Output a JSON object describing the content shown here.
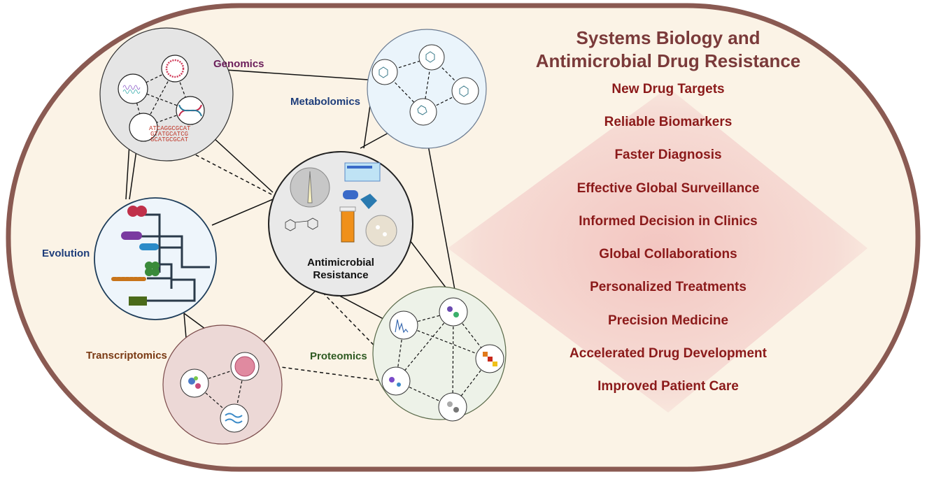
{
  "title_line1": "Systems Biology and",
  "title_line2": "Antimicrobial Drug Resistance",
  "benefits": [
    "New Drug Targets",
    "Reliable Biomarkers",
    "Faster Diagnosis",
    "Effective Global Surveillance",
    "Informed Decision in Clinics",
    "Global Collaborations",
    "Personalized Treatments",
    "Precision Medicine",
    "Accelerated Drug Development",
    "Improved Patient Care"
  ],
  "nodes": {
    "genomics": "Genomics",
    "metabolomics": "Metabolomics",
    "evolution": "Evolution",
    "transcriptomics": "Transcriptomics",
    "proteomics": "Proteomics",
    "center_line1": "Antimicrobial",
    "center_line2": "Resistance"
  },
  "genome_text": [
    "ATCAGGCGCAT",
    "GTATGCATCG",
    "GCATGCGCAT"
  ],
  "colors": {
    "capsule_border": "#8a5a52",
    "capsule_fill": "#fbf3e6",
    "diamond": "#f2c9c4",
    "genomics_fill": "#e5e5e5",
    "metabolomics_fill": "#eaf4fb",
    "evolution_fill": "#eef5fb",
    "transcriptomics_fill": "#ecd8d6",
    "proteomics_fill": "#edf2e8",
    "center_fill": "#e9e9e9",
    "benefit_text": "#8b1a1a",
    "title_text": "#7a3a3a",
    "genomics_label": "#6b1e5a",
    "metabolomics_label": "#1e3d7a",
    "evolution_label": "#1e3d7a",
    "transcriptomics_label": "#7a3a14",
    "proteomics_label": "#2f5a22"
  }
}
